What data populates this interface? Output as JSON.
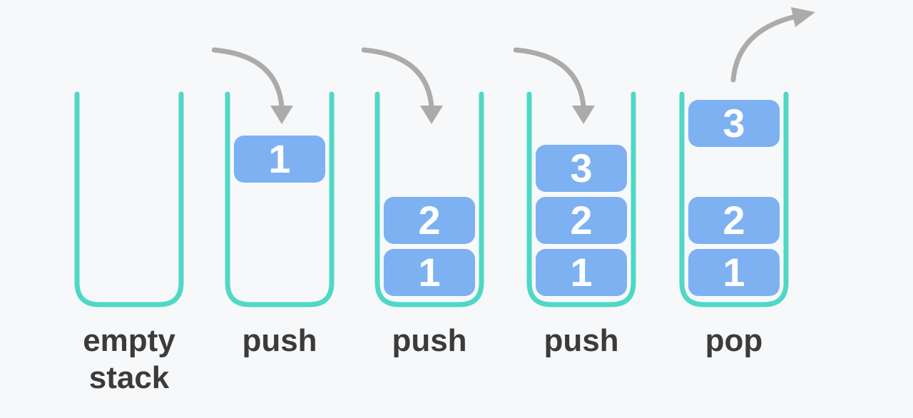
{
  "diagram": {
    "subject": "stack push and pop operations",
    "colors": {
      "background": "#f7f8fa",
      "container_stroke": "#4ed8c5",
      "block_fill": "#7db1f2",
      "block_text": "#ffffff",
      "arrow": "#ababab",
      "label_text": "#3b3b3b"
    }
  },
  "stacks": [
    {
      "label": "empty stack",
      "arrow": "none",
      "blocks": []
    },
    {
      "label": "push",
      "arrow": "push-in",
      "blocks": [
        {
          "value": "1",
          "slot": "incoming-top"
        }
      ]
    },
    {
      "label": "push",
      "arrow": "push-in",
      "blocks": [
        {
          "value": "2",
          "slot": "level-2"
        },
        {
          "value": "1",
          "slot": "level-1"
        }
      ]
    },
    {
      "label": "push",
      "arrow": "push-in",
      "blocks": [
        {
          "value": "3",
          "slot": "level-3"
        },
        {
          "value": "2",
          "slot": "level-2"
        },
        {
          "value": "1",
          "slot": "level-1"
        }
      ]
    },
    {
      "label": "pop",
      "arrow": "pop-out",
      "blocks": [
        {
          "value": "3",
          "slot": "popping-out"
        },
        {
          "value": "2",
          "slot": "level-2"
        },
        {
          "value": "1",
          "slot": "level-1"
        }
      ]
    }
  ]
}
